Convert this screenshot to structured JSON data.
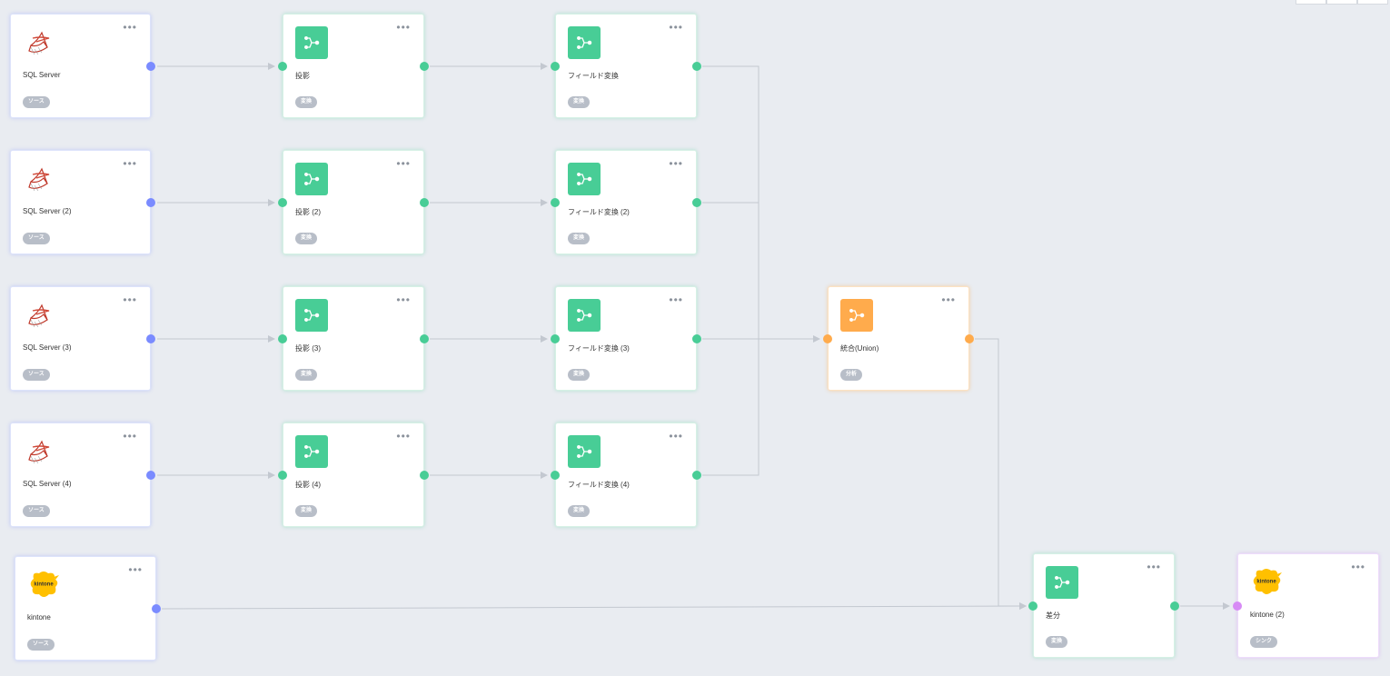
{
  "nodes": {
    "sql1": {
      "label": "SQL Server",
      "tag": "ソース"
    },
    "sql2": {
      "label": "SQL Server (2)",
      "tag": "ソース"
    },
    "sql3": {
      "label": "SQL Server (3)",
      "tag": "ソース"
    },
    "sql4": {
      "label": "SQL Server (4)",
      "tag": "ソース"
    },
    "kintone1": {
      "label": "kintone",
      "tag": "ソース"
    },
    "proj1": {
      "label": "投影",
      "tag": "変換"
    },
    "proj2": {
      "label": "投影 (2)",
      "tag": "変換"
    },
    "proj3": {
      "label": "投影 (3)",
      "tag": "変換"
    },
    "proj4": {
      "label": "投影 (4)",
      "tag": "変換"
    },
    "field1": {
      "label": "フィールド変換",
      "tag": "変換"
    },
    "field2": {
      "label": "フィールド変換 (2)",
      "tag": "変換"
    },
    "field3": {
      "label": "フィールド変換 (3)",
      "tag": "変換"
    },
    "field4": {
      "label": "フィールド変換 (4)",
      "tag": "変換"
    },
    "union": {
      "label": "統合(Union)",
      "tag": "分析"
    },
    "diff": {
      "label": "差分",
      "tag": "変換"
    },
    "kintone2": {
      "label": "kintone (2)",
      "tag": "シンク"
    }
  },
  "menu_glyph": "•••",
  "kintone_logo_text": "kintone",
  "colors": {
    "source_port": "#7a8bff",
    "transform": "#48cd96",
    "analysis": "#ffab4c",
    "sink_port": "#d78bf5",
    "edge": "#c3c8d0",
    "tag_bg": "#b8bec8",
    "canvas_bg": "#e9ecf1"
  },
  "icons": {
    "source_sql": "sql-server-logo-icon",
    "source_kintone": "kintone-logo-icon",
    "transform": "transform-flow-icon",
    "analysis": "transform-flow-icon"
  }
}
